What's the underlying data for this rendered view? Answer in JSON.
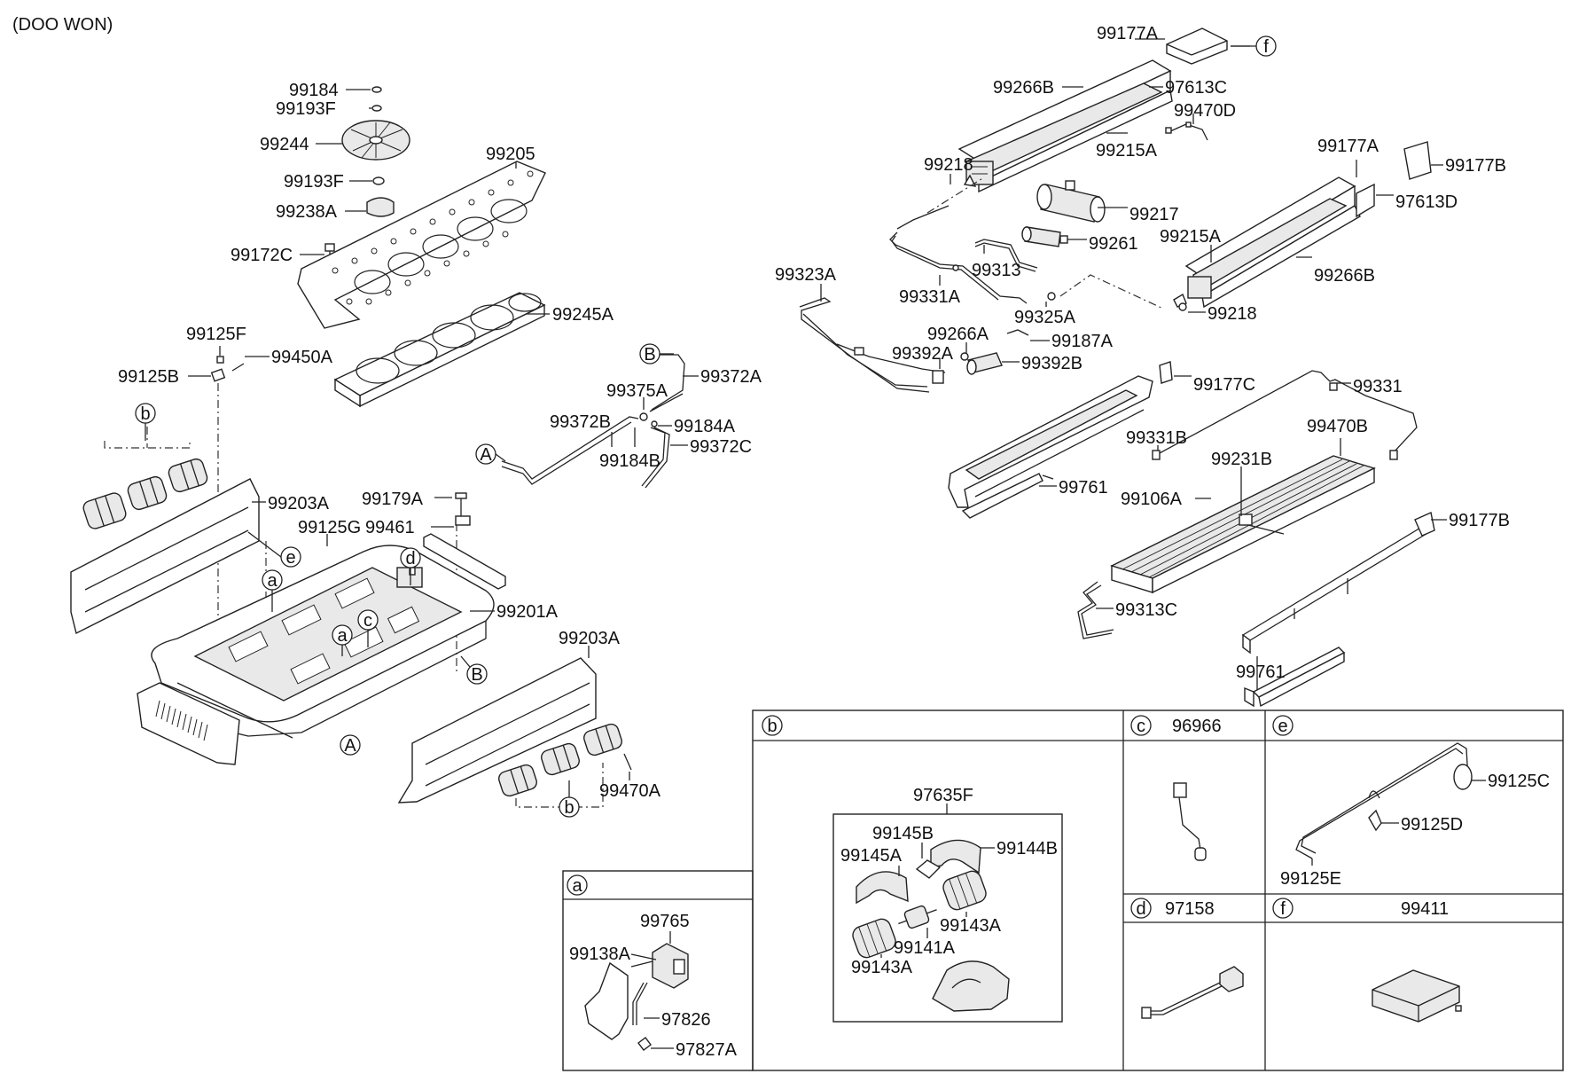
{
  "header": {
    "note": "(DOO WON)"
  },
  "callouts": {
    "b1": "b",
    "e": "e",
    "d": "d",
    "a1": "a",
    "c": "c",
    "a2": "a",
    "B1": "B",
    "A1": "A",
    "b2": "b",
    "B2": "B",
    "A2": "A",
    "f": "f"
  },
  "parts": {
    "p99184": "99184",
    "p99193F_1": "99193F",
    "p99244": "99244",
    "p99205": "99205",
    "p99193F_2": "99193F",
    "p99238A": "99238A",
    "p99172C": "99172C",
    "p99245A": "99245A",
    "p99125F": "99125F",
    "p99450A": "99450A",
    "p99125B": "99125B",
    "p99372A": "99372A",
    "p99375A": "99375A",
    "p99372B": "99372B",
    "p99184A": "99184A",
    "p99372C": "99372C",
    "p99184B": "99184B",
    "p99203A_1": "99203A",
    "p99179A": "99179A",
    "p99125G": "99125G",
    "p99461": "99461",
    "p99201A": "99201A",
    "p99203A_2": "99203A",
    "p99470A": "99470A",
    "p99177A_1": "99177A",
    "p99266B_1": "99266B",
    "p97613C": "97613C",
    "p99470D": "99470D",
    "p99215A_1": "99215A",
    "p99218_1": "99218",
    "p99217": "99217",
    "p99261": "99261",
    "p99313": "99313",
    "p99331A": "99331A",
    "p99325A": "99325A",
    "p99177A_2": "99177A",
    "p99177B_1": "99177B",
    "p97613D": "97613D",
    "p99215A_2": "99215A",
    "p99266B_2": "99266B",
    "p99218_2": "99218",
    "p99323A": "99323A",
    "p99266A": "99266A",
    "p99187A": "99187A",
    "p99392A": "99392A",
    "p99392B": "99392B",
    "p99177C": "99177C",
    "p99331": "99331",
    "p99331B": "99331B",
    "p99470B": "99470B",
    "p99231B": "99231B",
    "p99761_1": "99761",
    "p99106A": "99106A",
    "p99177B_2": "99177B",
    "p99313C": "99313C",
    "p99761_2": "99761"
  },
  "detail_panels": {
    "b": {
      "letter": "b",
      "code": "",
      "labels": {
        "l97635F": "97635F",
        "l99145B": "99145B",
        "l99145A": "99145A",
        "l99144B": "99144B",
        "l99143A_1": "99143A",
        "l99141A": "99141A",
        "l99143A_2": "99143A"
      }
    },
    "c": {
      "letter": "c",
      "code": "96966"
    },
    "e": {
      "letter": "e",
      "code": "",
      "labels": {
        "l99125C": "99125C",
        "l99125D": "99125D",
        "l99125E": "99125E"
      }
    },
    "d": {
      "letter": "d",
      "code": "97158"
    },
    "f": {
      "letter": "f",
      "code": "99411"
    },
    "a": {
      "letter": "a",
      "code": "",
      "labels": {
        "l99765": "99765",
        "l99138A": "99138A",
        "l97826": "97826",
        "l97827A": "97827A"
      }
    }
  }
}
